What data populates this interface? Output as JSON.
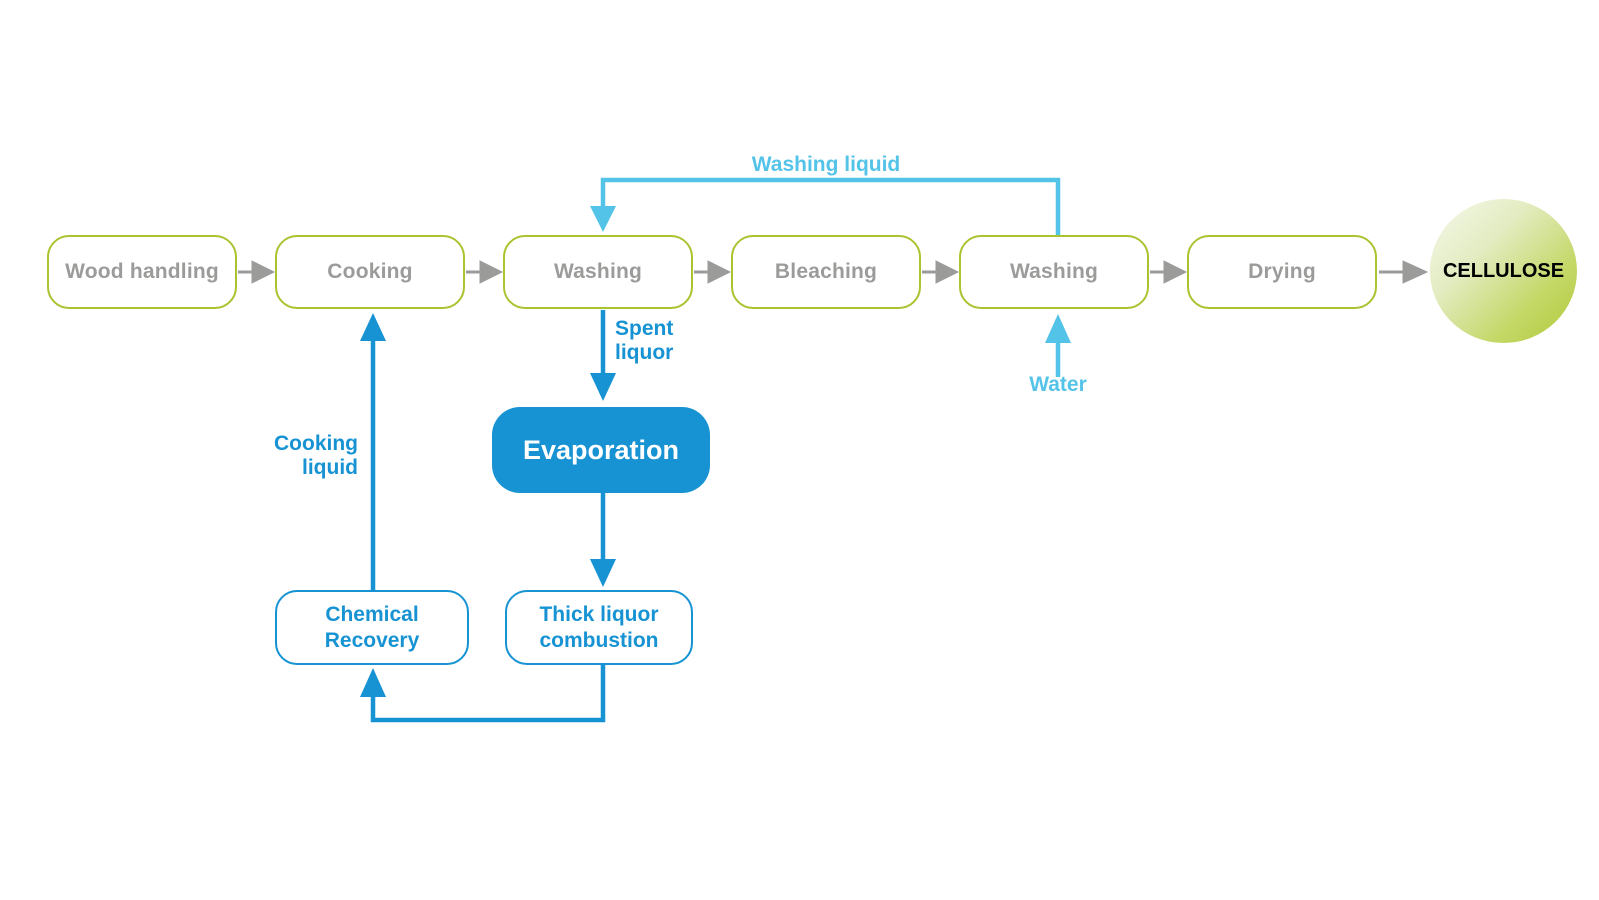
{
  "colors": {
    "step_border_green": "#a9c430",
    "step_text_gray": "#9b9b9a",
    "arrow_gray": "#9b9b9a",
    "stream_light_blue": "#54c3e8",
    "process_blue": "#1793d3",
    "product_green": "#b0c937",
    "product_text": "#000000"
  },
  "main_flow": {
    "steps": [
      {
        "label": "Wood handling"
      },
      {
        "label": "Cooking"
      },
      {
        "label": "Washing"
      },
      {
        "label": "Bleaching"
      },
      {
        "label": "Washing"
      },
      {
        "label": "Drying"
      }
    ],
    "product": {
      "label": "CELLULOSE"
    }
  },
  "recovery_loop": {
    "evaporation": {
      "label": "Evaporation"
    },
    "chemical_recovery": {
      "label": "Chemical Recovery"
    },
    "thick_liquor_combustion": {
      "label": "Thick liquor combustion"
    }
  },
  "streams": {
    "washing_liquid": {
      "label": "Washing liquid"
    },
    "spent_liquor": {
      "label": "Spent liquor"
    },
    "cooking_liquid": {
      "label": "Cooking liquid"
    },
    "water": {
      "label": "Water"
    }
  }
}
